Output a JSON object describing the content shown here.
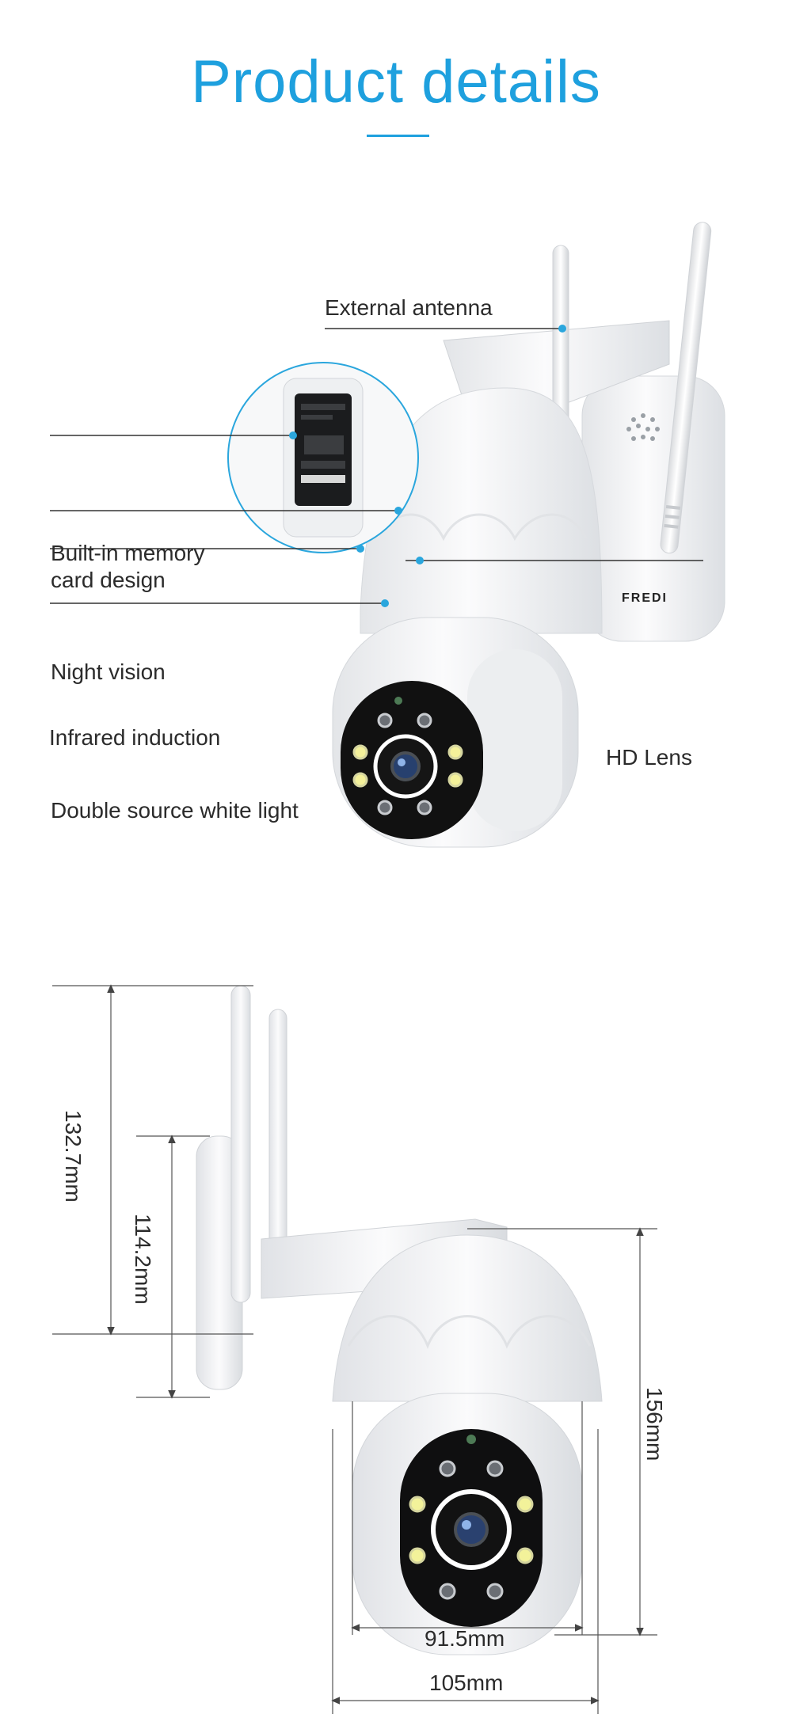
{
  "header": {
    "title": "Product details"
  },
  "feature_labels": {
    "external_antenna": "External antenna",
    "memory_card_line1": "Built-in memory",
    "memory_card_line2": "card design",
    "night_vision": "Night vision",
    "infrared_induction": "Infrared induction",
    "double_light": "Double source white light",
    "hd_lens": "HD Lens"
  },
  "brand": {
    "logo_text": "FREDI"
  },
  "dimensions": {
    "height_total": "132.7mm",
    "height_mount": "114.2mm",
    "height_camera": "156mm",
    "width_inner": "91.5mm",
    "width_outer": "105mm"
  },
  "colors": {
    "accent": "#1ea0de",
    "text": "#2b2b2b",
    "camera_body": "#f2f3f5",
    "lens_panel": "#111111"
  }
}
